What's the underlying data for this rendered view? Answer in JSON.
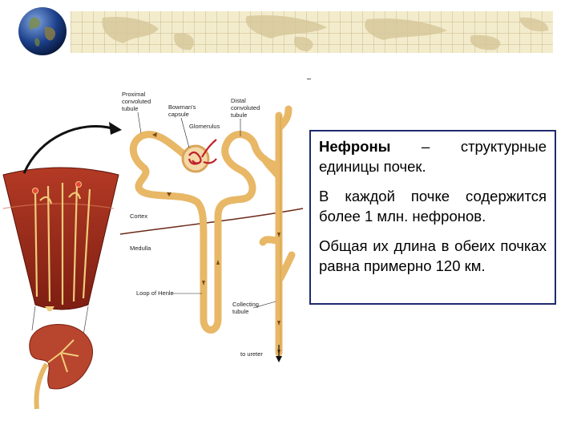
{
  "slide": {
    "paragraph1_term": "Нефроны",
    "paragraph1_rest": " – структурные единицы почек.",
    "paragraph2": "В каждой почке содержится более 1 млн. нефронов.",
    "paragraph3": "Общая их длина в обеих почках равна примерно 120 км."
  },
  "diagram": {
    "labels": {
      "proximal": [
        "Proximal",
        "convoluted",
        "tubule"
      ],
      "bowman": [
        "Bowman's",
        "capsule"
      ],
      "glomerulus": "Glomerulus",
      "distal": [
        "Distal",
        "convoluted",
        "tubule"
      ],
      "cortex": "Cortex",
      "medulla": "Medulla",
      "loop": "Loop of Henle",
      "collecting": [
        "Collecting",
        "tubule"
      ],
      "ureter": "to ureter"
    }
  },
  "colors": {
    "tubule": "#e8b867",
    "kidney_tissue": "#9c2a1a",
    "border": "#1f2a6e",
    "glomerulus": "#c0202a"
  },
  "icons": {
    "globe": "globe-icon"
  }
}
